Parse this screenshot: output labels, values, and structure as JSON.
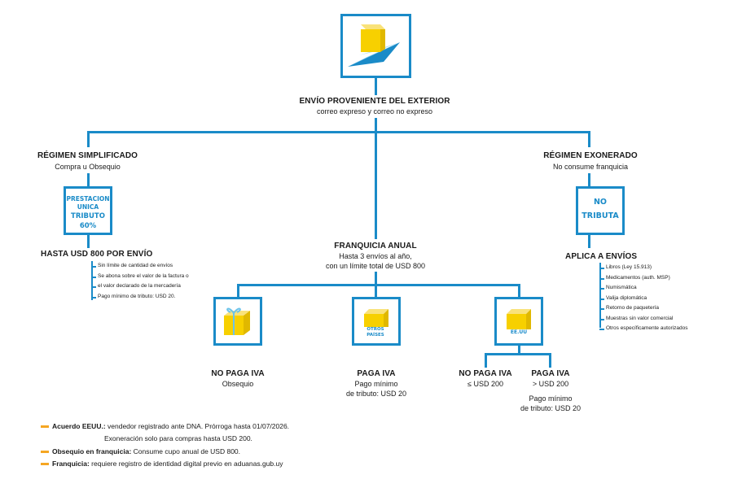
{
  "colors": {
    "primary_blue": "#1a8bc8",
    "box_yellow": "#f7d000",
    "note_orange": "#f5a623"
  },
  "top": {
    "title": "ENVÍO PROVENIENTE DEL EXTERIOR",
    "subtitle": "correo expreso y correo no expreso",
    "icon": "paper-plane-package-icon"
  },
  "left": {
    "title": "RÉGIMEN SIMPLIFICADO",
    "subtitle": "Compra u Obsequio",
    "stamp": {
      "line1": "PRESTACION",
      "line2": "UNICA",
      "line3": "TRIBUTO",
      "line4": "60%"
    },
    "limit": "HASTA USD 800 POR ENVÍO",
    "items": [
      "Sin límite de cantidad de envíos",
      "Se abona sobre el valor de la factura o",
      "el valor declarado de la mercadería",
      "Pago mínimo de tributo: USD 20."
    ]
  },
  "center": {
    "title": "FRANQUICIA ANUAL",
    "line1": "Hasta 3 envíos al año,",
    "line2": "con un límite total de USD 800"
  },
  "right": {
    "title": "RÉGIMEN EXONERADO",
    "subtitle": "No consume franquicia",
    "stamp": {
      "line1": "NO",
      "line2": "TRIBUTA"
    },
    "applies": "APLICA A ENVÍOS",
    "items": [
      "Libros (Ley 15.913)",
      "Medicamentos (auth. MSP)",
      "Numismática",
      "Valija diplomática",
      "Retorno de paquetería",
      "Muestras sin valor comercial",
      "Otros específicamente autorizados"
    ]
  },
  "franquicia": {
    "gift": {
      "icon": "gift-box-icon",
      "title": "NO PAGA IVA",
      "sub": "Obsequio"
    },
    "others": {
      "icon_label_1": "OTROS",
      "icon_label_2": "PAÍSES",
      "title": "PAGA IVA",
      "sub1": "Pago mínimo",
      "sub2": "de tributo: USD 20"
    },
    "usa": {
      "icon_label": "EE.UU",
      "left": {
        "title": "NO PAGA IVA",
        "sub": "≤ USD 200"
      },
      "right": {
        "title": "PAGA IVA",
        "sub": "> USD 200",
        "note1": "Pago mínimo",
        "note2": "de tributo: USD 20"
      }
    }
  },
  "notes": [
    {
      "bold": "Acuerdo EEUU.:",
      "text": " vendedor registrado ante DNA. Prórroga hasta 01/07/2026."
    },
    {
      "bold": "",
      "text": "Exoneración solo para compras hasta USD 200."
    },
    {
      "bold": "Obsequio en franquicia:",
      "text": " Consume cupo anual de USD 800."
    },
    {
      "bold": "Franquicia:",
      "text": " requiere registro de identidad digital previo en aduanas.gub.uy"
    }
  ]
}
